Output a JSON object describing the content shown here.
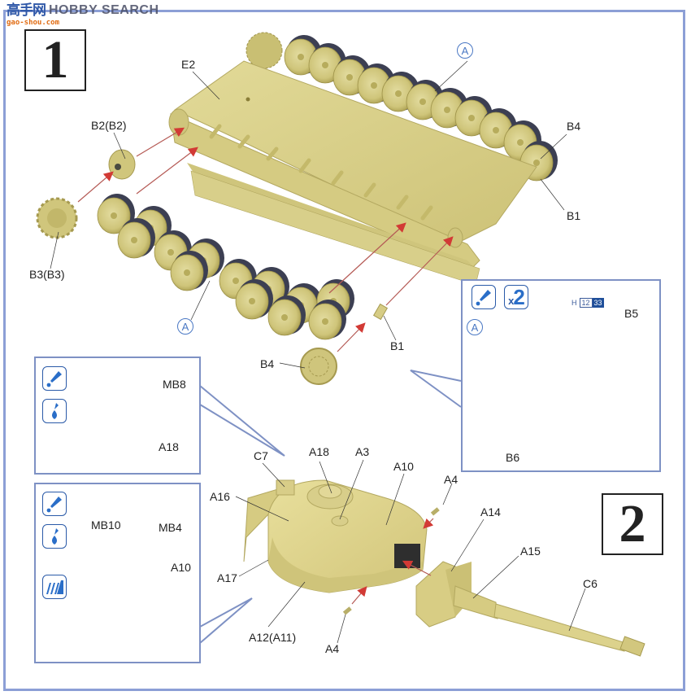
{
  "watermark": {
    "cn": "高手网",
    "en": "HOBBY SEARCH",
    "url": "gao-shou.com"
  },
  "steps": [
    {
      "number": "1"
    },
    {
      "number": "2"
    }
  ],
  "step1": {
    "labels": {
      "e2": "E2",
      "b2": "B2(B2)",
      "b3": "B3(B3)",
      "b4_top": "B4",
      "b1_top": "B1",
      "b4_bottom": "B4",
      "b1_bottom": "B1",
      "sub_a_top": "A",
      "sub_a_left": "A"
    },
    "inset": {
      "glue_icon": "cement-glue-icon",
      "multiplier": "x2",
      "multiplier_prefix": "x",
      "multiplier_value": "2",
      "sub_a": "A",
      "paint_prefix": "H",
      "paint_code_1": "12",
      "paint_code_2": "33",
      "labels": {
        "b5": "B5",
        "b6": "B6"
      }
    }
  },
  "step2": {
    "labels": {
      "c7": "C7",
      "a18": "A18",
      "a3": "A3",
      "a10": "A10",
      "a16": "A16",
      "a17": "A17",
      "a12": "A12(A11)",
      "a4_top": "A4",
      "a4_bottom": "A4",
      "a14": "A14",
      "a15": "A15",
      "c6": "C6"
    },
    "inset_ring": {
      "icons": [
        "cement-glue-icon",
        "super-glue-icon"
      ],
      "labels": {
        "mb8": "MB8",
        "a18": "A18"
      }
    },
    "inset_hatch": {
      "icons": [
        "cement-glue-icon",
        "super-glue-icon",
        "remove-detail-icon"
      ],
      "labels": {
        "mb10": "MB10",
        "mb4": "MB4",
        "a10": "A10"
      }
    }
  },
  "colors": {
    "frame": "#8c9fd6",
    "plastic": "#d8d08a",
    "plastic_dark": "#b5ab5c",
    "tire": "#3c3f52",
    "arrow": "#d23a35",
    "inset_blue": "#4a8ad8"
  }
}
